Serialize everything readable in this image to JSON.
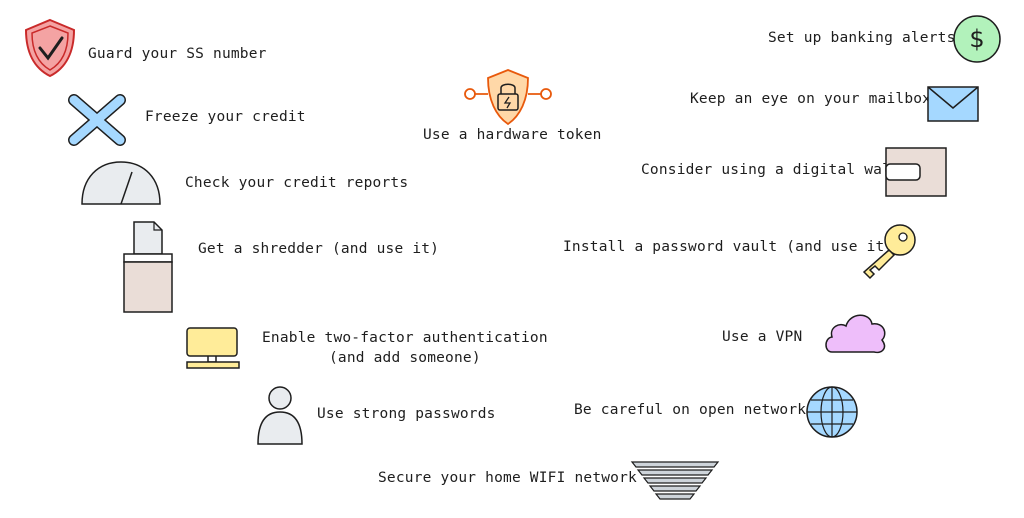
{
  "tips": {
    "guard_ssn": "Guard your SS number",
    "freeze_credit": "Freeze your credit",
    "check_reports": "Check your credit reports",
    "shredder": "Get a shredder (and use it)",
    "two_factor_line1": "Enable two-factor authentication",
    "two_factor_line2": "(and add someone)",
    "strong_passwords": "Use strong passwords",
    "home_wifi": "Secure your home WIFI network",
    "hardware_token": "Use a hardware token",
    "banking_alerts": "Set up banking alerts",
    "mailbox": "Keep an eye on your mailbox",
    "digital_wallet": "Consider using a digital wallet",
    "password_vault": "Install a password vault (and use it)",
    "vpn": "Use a VPN",
    "open_networks": "Be careful on open networks"
  },
  "icons": {
    "shield": "shield-check-icon",
    "x": "x-cross-icon",
    "gauge": "credit-gauge-icon",
    "shredder": "shredder-icon",
    "computer": "computer-icon",
    "person": "person-icon",
    "wifi": "wifi-icon",
    "token": "hardware-token-icon",
    "dollar": "dollar-coin-icon",
    "mail": "envelope-icon",
    "wallet": "wallet-icon",
    "key": "key-icon",
    "cloud": "cloud-icon",
    "globe": "globe-icon"
  },
  "colors": {
    "shield_fill": "#f4a3a3",
    "x_fill": "#a5d8ff",
    "gray_fill": "#e9ecef",
    "shredder_fill": "#eaddd7",
    "computer_fill": "#ffec99",
    "token_fill": "#ffd8a8",
    "dollar_fill": "#b2f2bb",
    "mail_fill": "#a5d8ff",
    "wallet_fill": "#eaddd7",
    "key_fill": "#ffec99",
    "cloud_fill": "#eebefa",
    "globe_fill": "#a5d8ff"
  }
}
